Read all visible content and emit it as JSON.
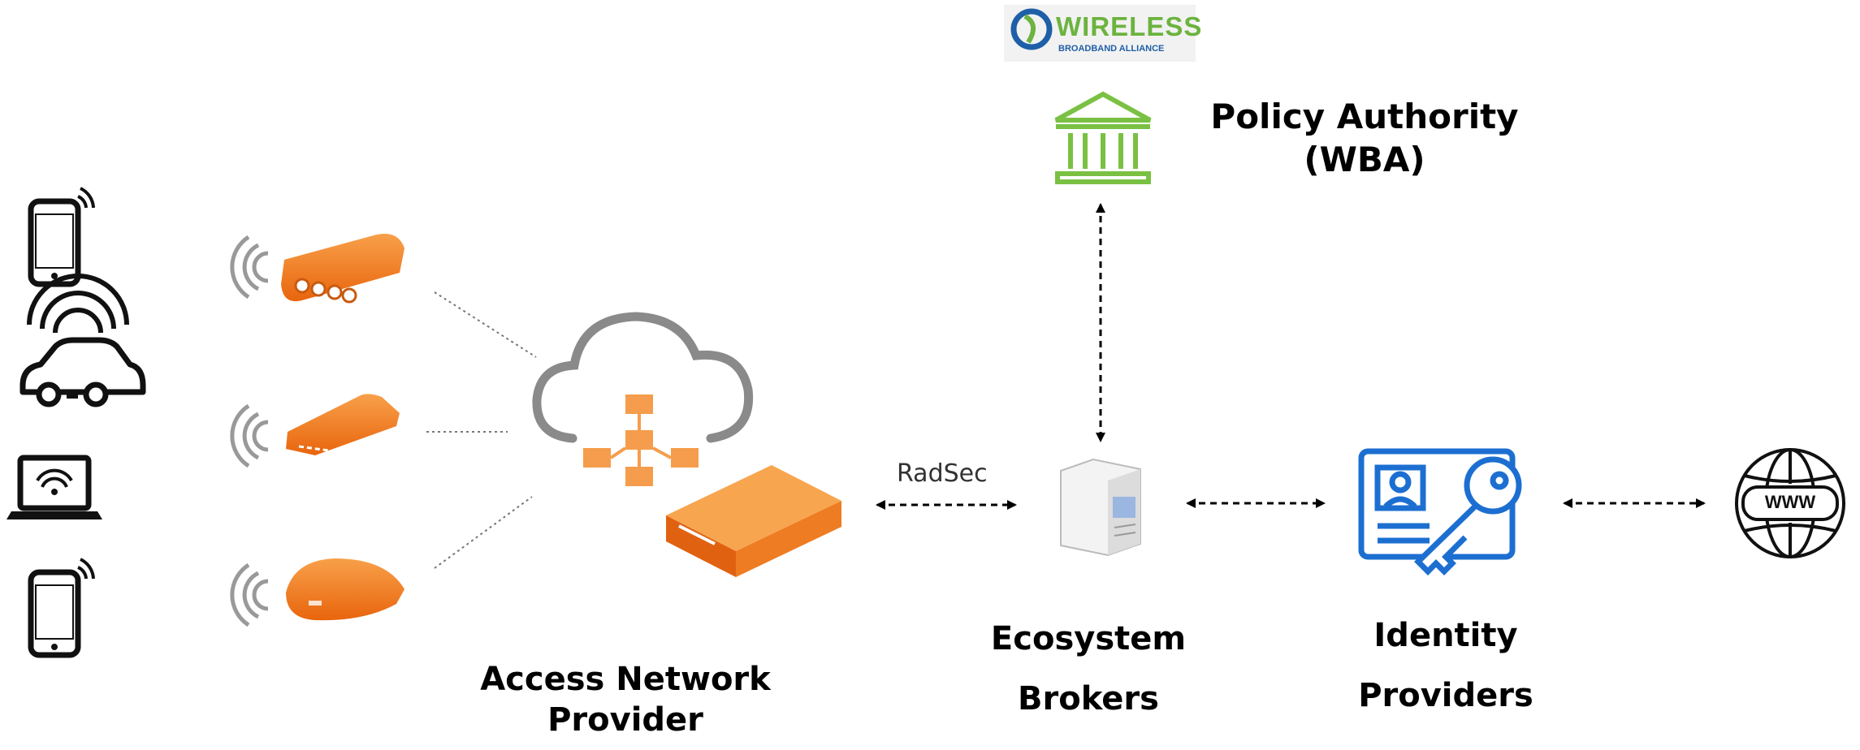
{
  "logo": {
    "name": "wireless-broadband-alliance-logo",
    "line1": "WIRELESS",
    "line2": "BROADBAND ALLIANCE",
    "green": "#6cb33f",
    "blue": "#1f5fa8"
  },
  "labels": {
    "policy_line1": "Policy Authority",
    "policy_line2": "(WBA)",
    "radsec": "RadSec",
    "anp_line1": "Access Network",
    "anp_line2": "Provider",
    "eco_line1": "Ecosystem",
    "eco_line2": "Brokers",
    "idp_line1": "Identity",
    "idp_line2": "Providers"
  },
  "icons": {
    "devices": [
      "smartphone-icon",
      "connected-car-icon",
      "laptop-wifi-icon",
      "smartphone-icon"
    ],
    "access_points": [
      "access-point-icon",
      "access-point-icon",
      "access-point-icon"
    ],
    "cloud": "cloud-network-icon",
    "controller": "network-controller-icon",
    "policy": "government-building-icon",
    "broker": "server-icon",
    "identity": "id-card-key-icon",
    "internet": "www-globe-icon"
  },
  "colors": {
    "orange": "#f07a1c",
    "orange_light": "#f6a25a",
    "green": "#7ac143",
    "blue": "#1c6fd1",
    "gray": "#9a9a9a",
    "black": "#000000"
  }
}
